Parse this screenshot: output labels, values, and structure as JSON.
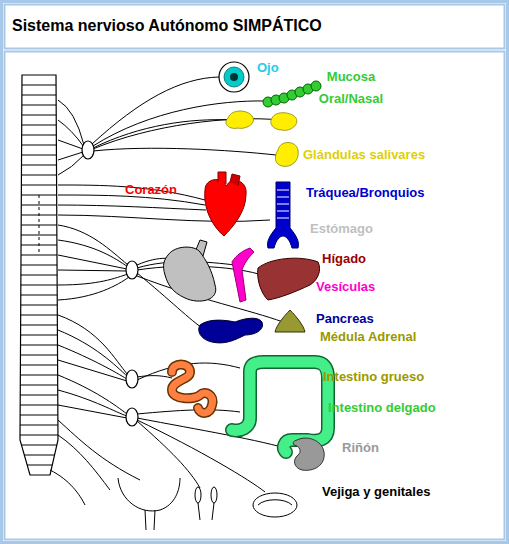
{
  "diagram": {
    "title": "Sistema nervioso Autónomo SIMPÁTICO",
    "labels": [
      "Ojo",
      "Mucosa Oral/Nasal",
      "Glándulas salivares",
      "Corazón",
      "Tráquea/Bronquios",
      "Estómago",
      "Hígado",
      "Vesículas",
      "Pancreas",
      "Médula Adrenal",
      "Intestino grueso",
      "Intestino delgado",
      "Riñón",
      "Vejiga y genitales"
    ]
  }
}
